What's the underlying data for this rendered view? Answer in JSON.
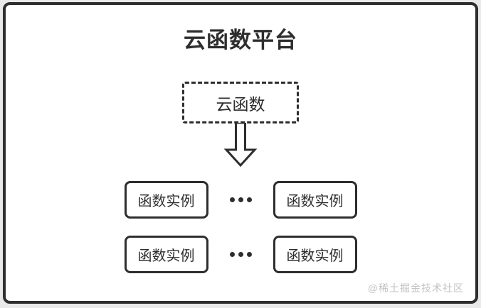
{
  "diagram": {
    "title": "云函数平台",
    "cloud_function": {
      "label": "云函数"
    },
    "instances": [
      "函数实例",
      "函数实例",
      "函数实例",
      "函数实例"
    ],
    "watermark": "@稀土掘金技术社区",
    "colors": {
      "line": "#2e2e2e",
      "background": "#ffffff",
      "outer_background": "#e9e9e9",
      "watermark": "#c3c3c3"
    }
  }
}
